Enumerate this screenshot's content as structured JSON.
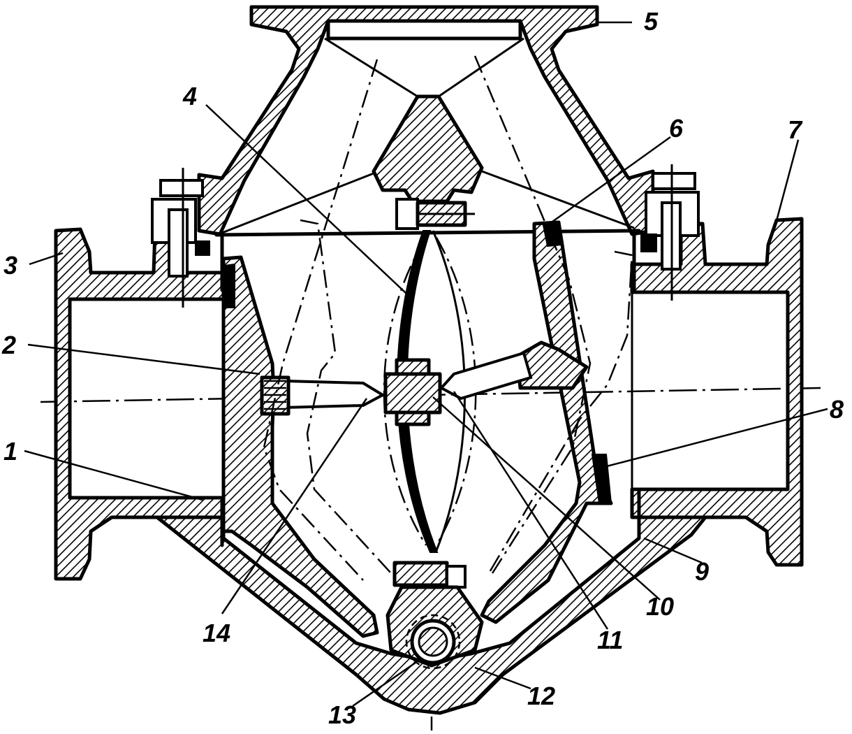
{
  "figure": {
    "callouts": [
      {
        "id": "1",
        "text": "1"
      },
      {
        "id": "2",
        "text": "2"
      },
      {
        "id": "3",
        "text": "3"
      },
      {
        "id": "4",
        "text": "4"
      },
      {
        "id": "5",
        "text": "5"
      },
      {
        "id": "6",
        "text": "6"
      },
      {
        "id": "7",
        "text": "7"
      },
      {
        "id": "8",
        "text": "8"
      },
      {
        "id": "9",
        "text": "9"
      },
      {
        "id": "10",
        "text": "10"
      },
      {
        "id": "11",
        "text": "11"
      },
      {
        "id": "12",
        "text": "12"
      },
      {
        "id": "13",
        "text": "13"
      },
      {
        "id": "14",
        "text": "14"
      }
    ]
  }
}
